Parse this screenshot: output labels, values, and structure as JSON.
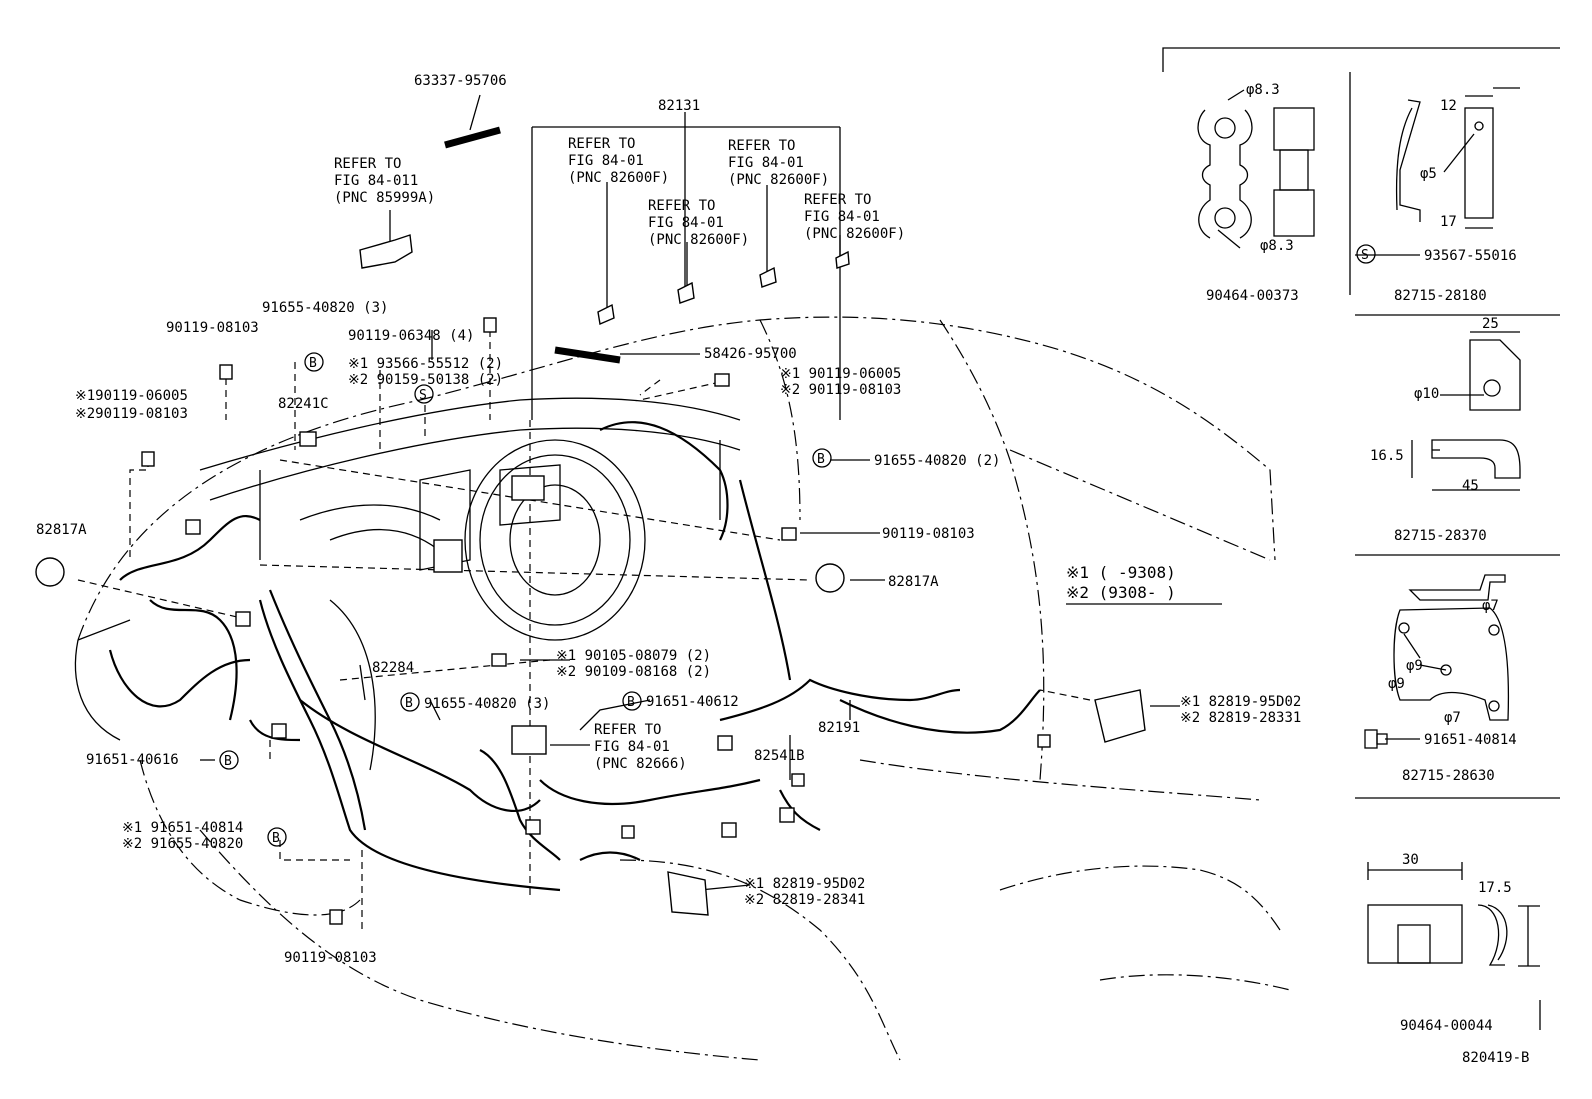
{
  "labels": {
    "p63337": "63337-95706",
    "p82131": "82131",
    "refer1a": "REFER TO",
    "refer1b": "FIG 84-011",
    "refer1c": "(PNC 85999A)",
    "refer2a": "REFER TO",
    "refer2b": "FIG 84-01",
    "refer2c": "(PNC 82600F)",
    "refer3a": "REFER TO",
    "refer3b": "FIG 84-01",
    "refer3c": "(PNC 82600F)",
    "refer4a": "REFER TO",
    "refer4b": "FIG 84-01",
    "refer4c": "(PNC 82600F)",
    "refer5a": "REFER TO",
    "refer5b": "FIG 84-01",
    "refer5c": "(PNC 82600F)",
    "p91655_3a": "91655-40820 (3)",
    "p90119_06348": "90119-06348 (4)",
    "p90119_08103a": "90119-08103",
    "p93566": "※1 93566-55512 (2)",
    "p90159": "※2 90159-50138 (2)",
    "p58426": "58426-95700",
    "p90119_06005a": "※1 90119-06005",
    "p90119_08103b": "※2 90119-08103",
    "l_90119_06005": "※190119-06005",
    "l_90119_08103": "※290119-08103",
    "p82241c": "82241C",
    "p82817a_l": "82817A",
    "p91655_2": "91655-40820 (2)",
    "p90119_08103c": "90119-08103",
    "p82817a_r": "82817A",
    "legend1": "※1 (     -9308)",
    "legend2": "※2 (9308-     )",
    "p82284": "82284",
    "p90105": "※1 90105-08079 (2)",
    "p90109": "※2 90109-08168 (2)",
    "p91655_3b": "91655-40820 (3)",
    "p91651_40612": "91651-40612",
    "refer6a": "REFER TO",
    "refer6b": "FIG 84-01",
    "refer6c": "(PNC 82666)",
    "p82191": "82191",
    "p82541b": "82541B",
    "p82819_95d02a": "※1 82819-95D02",
    "p82819_28331": "※2 82819-28331",
    "p91651_40616": "91651-40616",
    "p91651_40814a": "※1 91651-40814",
    "p91655_40820c": "※2 91655-40820",
    "p82819_95d02b": "※1 82819-95D02",
    "p82819_28341": "※2 82819-28341",
    "p90119_08103d": "90119-08103",
    "fig_id": "820419-B"
  },
  "details": {
    "d1_dim1": "φ8.3",
    "d1_dim2": "φ8.3",
    "d1_part": "90464-00373",
    "d2_dim12": "12",
    "d2_dim5": "φ5",
    "d2_dim17": "17",
    "d2_s": "93567-55016",
    "d2_part": "82715-28180",
    "d3_dim25": "25",
    "d3_dim10": "φ10",
    "d3_dim165": "16.5",
    "d3_dim45": "45",
    "d3_part": "82715-28370",
    "d4_dim7a": "φ7",
    "d4_dim9a": "φ9",
    "d4_dim9b": "φ9",
    "d4_dim7b": "φ7",
    "d4_bolt": "91651-40814",
    "d4_part": "82715-28630",
    "d5_dim30": "30",
    "d5_dim175": "17.5",
    "d5_part": "90464-00044"
  },
  "symbols": {
    "b": "B",
    "s": "S"
  }
}
